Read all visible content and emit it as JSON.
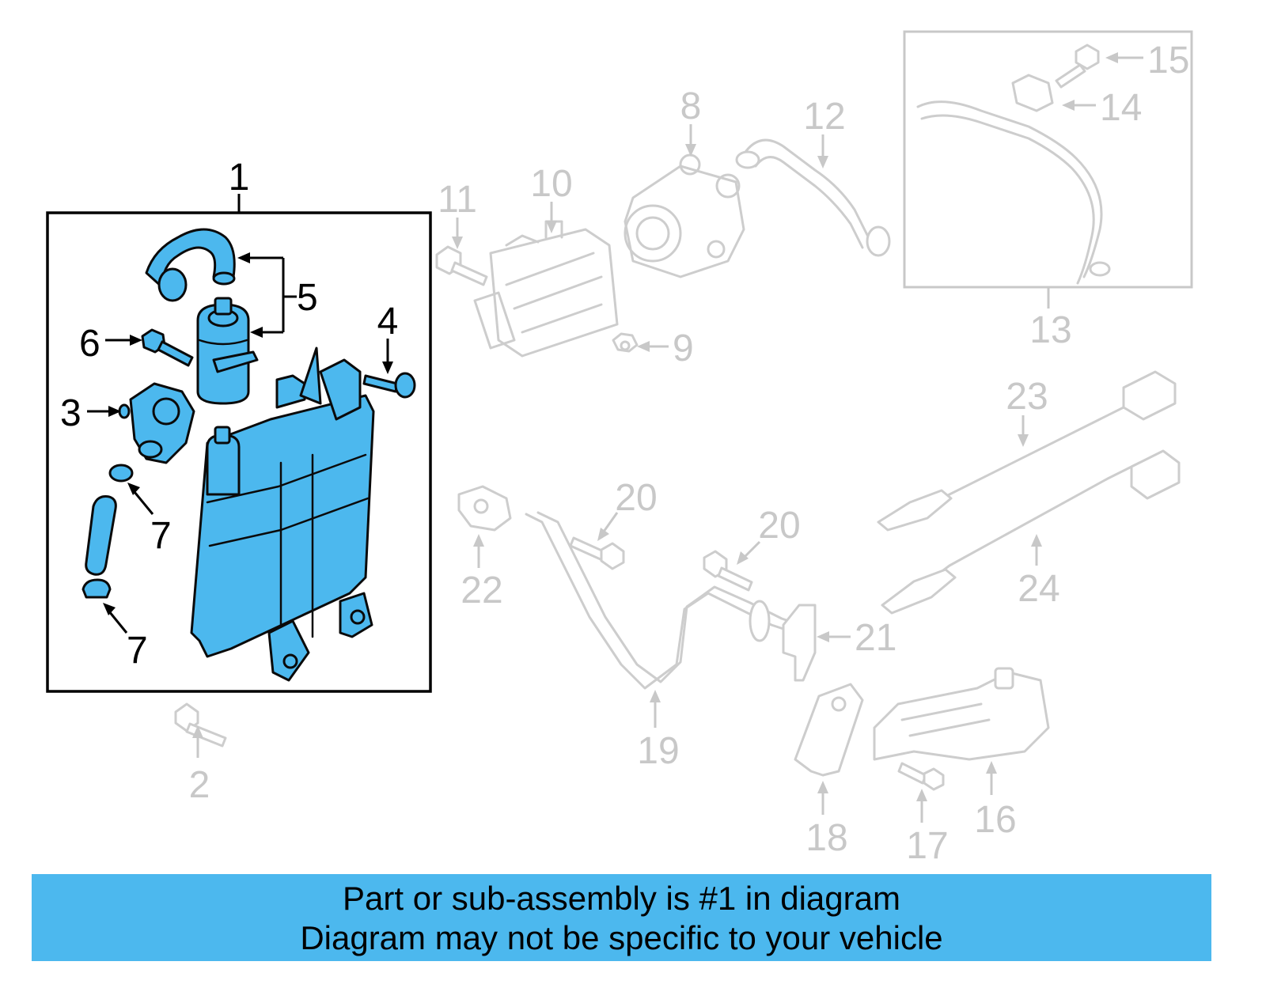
{
  "diagram": {
    "callouts": {
      "c1": "1",
      "c2": "2",
      "c3": "3",
      "c4": "4",
      "c5": "5",
      "c6": "6",
      "c7a": "7",
      "c7b": "7",
      "c8": "8",
      "c9": "9",
      "c10": "10",
      "c11": "11",
      "c12": "12",
      "c13": "13",
      "c14": "14",
      "c15": "15",
      "c16": "16",
      "c17": "17",
      "c18": "18",
      "c19": "19",
      "c20a": "20",
      "c20b": "20",
      "c21": "21",
      "c22": "22",
      "c23": "23",
      "c24": "24"
    },
    "highlighted_part": "1",
    "highlight_color": "#4cb8ee"
  },
  "banner": {
    "line1": "Part or sub-assembly is #1 in diagram",
    "line2": "Diagram may not be specific to your vehicle",
    "background": "#4cb8ee"
  }
}
